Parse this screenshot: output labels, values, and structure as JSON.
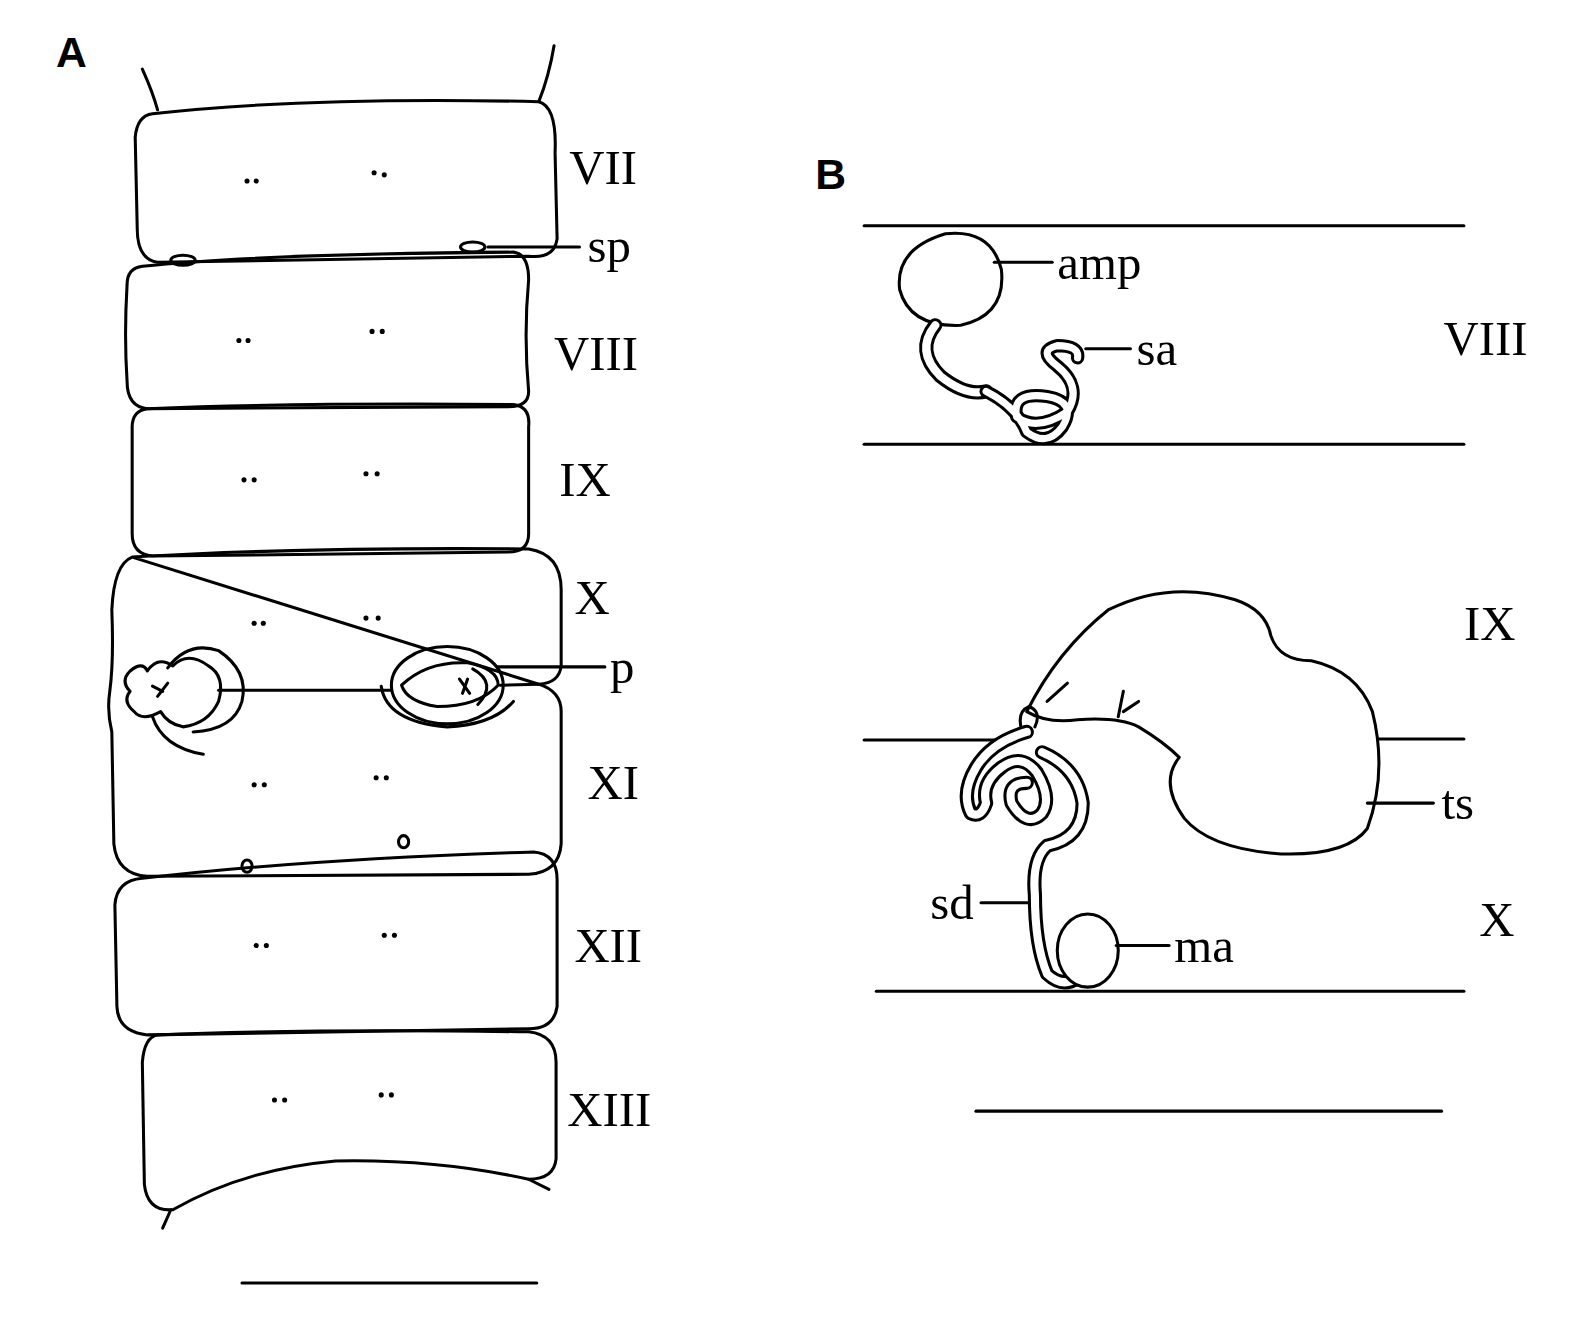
{
  "diagram": {
    "labels": [
      "A",
      "VII",
      "sp",
      "VIII",
      "IX",
      "X",
      "p",
      "XI",
      "XII",
      "XIII",
      "B",
      "amp",
      "sa",
      "VIII",
      "IX",
      "ts",
      "sd",
      "ma",
      "X"
    ]
  }
}
